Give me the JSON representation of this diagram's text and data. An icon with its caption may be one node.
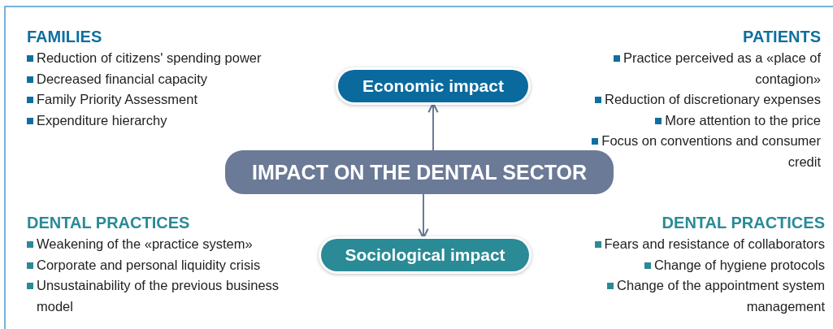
{
  "diagram": {
    "nodes": [
      {
        "text": [
          "IMPACT ON THE DENTAL SECTOR"
        ]
      },
      {
        "text": [
          "Economic impact"
        ]
      },
      {
        "text": [
          "Sociological impact"
        ]
      }
    ],
    "edges": [
      {
        "from": 0,
        "to": 1,
        "arrow": "to"
      },
      {
        "from": 0,
        "to": 2,
        "arrow": "to"
      }
    ],
    "labels": [
      "FAMILIES",
      "Reduction of citizens' spending power",
      "Decreased financial capacity",
      "Family Priority Assessment",
      "Expenditure hierarchy",
      "PATIENTS",
      "Practice perceived as a «place of contagion»",
      "Reduction of discretionary expenses",
      "More attention to the price",
      "Focus on conventions and consumer credit",
      "DENTAL PRACTICES",
      "Weakening of the «practice system»",
      "Corporate and personal liquidity crisis",
      "Unsustainability of the previous business model",
      "DENTAL PRACTICES",
      "Fears and resistance of collaborators",
      "Change of hygiene protocols",
      "Change of the appointment system management"
    ]
  }
}
